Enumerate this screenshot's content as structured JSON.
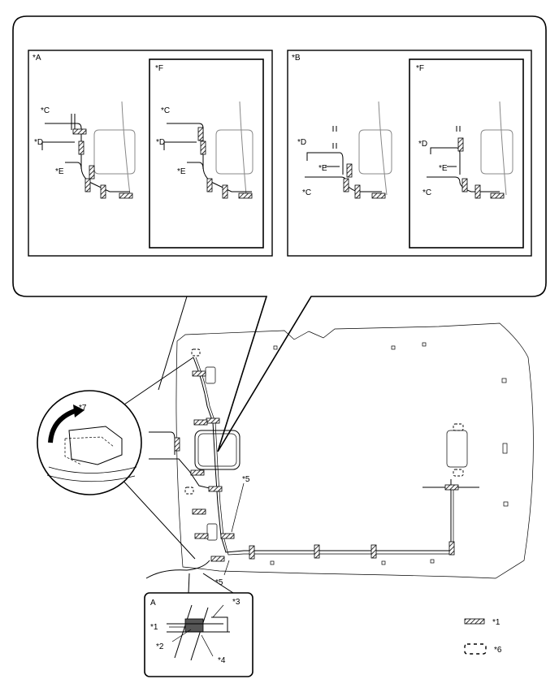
{
  "labels": {
    "A": "*A",
    "B": "*B",
    "C": "*C",
    "D": "*D",
    "E": "*E",
    "F": "*F",
    "n1": "*1",
    "n2": "*2",
    "n3": "*3",
    "n4": "*4",
    "n5": "*5",
    "n6": "*6",
    "n7": "*7",
    "view_a": "A"
  }
}
